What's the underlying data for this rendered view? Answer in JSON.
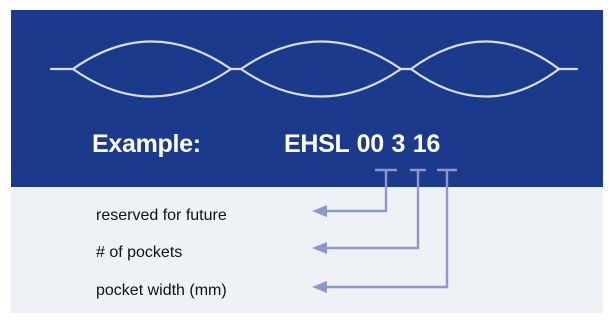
{
  "example": {
    "label": "Example:",
    "code": "EHSL 00 3 16"
  },
  "legend": [
    {
      "text": "reserved for future"
    },
    {
      "text": "# of pockets"
    },
    {
      "text": "pocket width (mm)"
    }
  ],
  "colors": {
    "band": "#1c3a8c",
    "background": "#eef1f5",
    "connector": "#8f97c8",
    "pocket_line": "#d9dde5"
  },
  "illustration": {
    "name": "pocket-strip",
    "pocket_count": 3
  }
}
